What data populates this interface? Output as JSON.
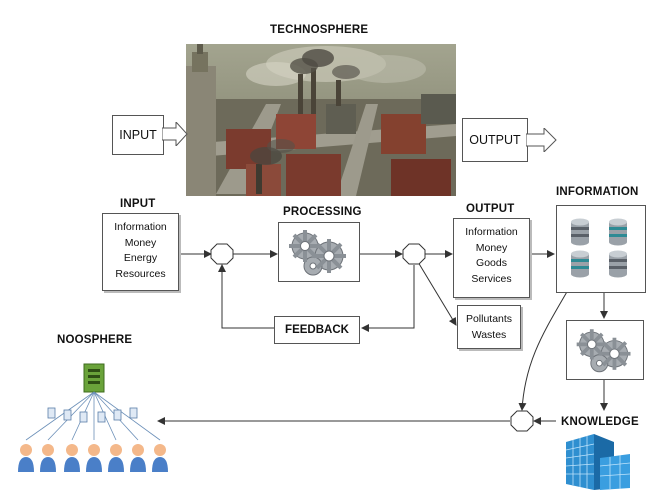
{
  "technosphere": {
    "title": "TECHNOSPHERE",
    "input_label": "INPUT",
    "output_label": "OUTPUT"
  },
  "input": {
    "title": "INPUT",
    "items": [
      "Information",
      "Money",
      "Energy",
      "Resources"
    ]
  },
  "processing": {
    "title": "PROCESSING",
    "icon": "gears-icon"
  },
  "output": {
    "title": "OUTPUT",
    "items": [
      "Information",
      "Money",
      "Goods",
      "Services"
    ]
  },
  "pollutants": {
    "items": [
      "Pollutants",
      "Wastes"
    ]
  },
  "feedback": {
    "label": "FEEDBACK"
  },
  "information": {
    "title": "INFORMATION",
    "icon": "database-icon"
  },
  "knowledge": {
    "title": "KNOWLEDGE",
    "icon": "building-icon"
  },
  "noosphere": {
    "title": "NOOSPHERE",
    "icon": "network-icon"
  }
}
